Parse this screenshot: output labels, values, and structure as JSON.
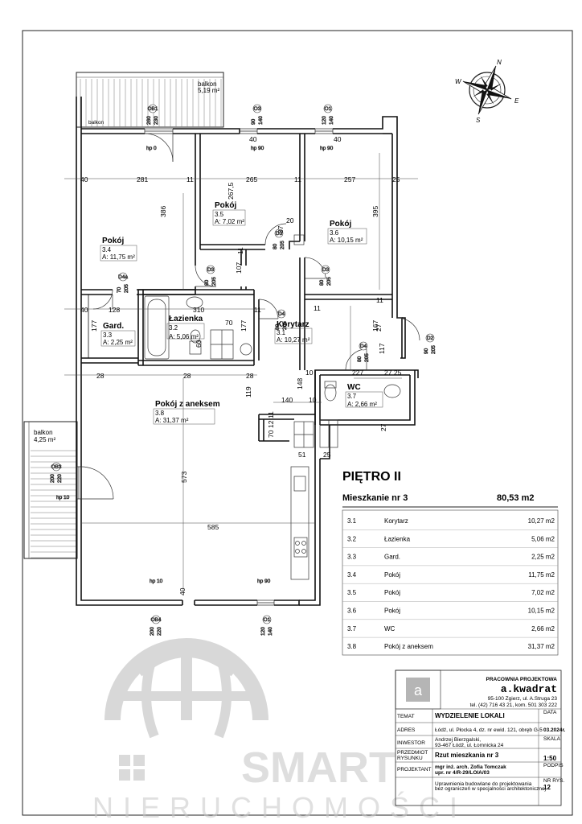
{
  "floor": {
    "title": "PIĘTRO II",
    "apartment": "Mieszkanie nr 3",
    "total_area": "80,53 m2"
  },
  "rooms_table": [
    {
      "no": "3.1",
      "name": "Korytarz",
      "area": "10,27 m2"
    },
    {
      "no": "3.2",
      "name": "Łazienka",
      "area": "5,06 m2"
    },
    {
      "no": "3.3",
      "name": "Gard.",
      "area": "2,25 m2"
    },
    {
      "no": "3.4",
      "name": "Pokój",
      "area": "11,75 m2"
    },
    {
      "no": "3.5",
      "name": "Pokój",
      "area": "7,02 m2"
    },
    {
      "no": "3.6",
      "name": "Pokój",
      "area": "10,15 m2"
    },
    {
      "no": "3.7",
      "name": "WC",
      "area": "2,66 m2"
    },
    {
      "no": "3.8",
      "name": "Pokój z aneksem",
      "area": "31,37 m2"
    }
  ],
  "plan_rooms": [
    {
      "name": "Pokój",
      "no": "3.4",
      "area": "A: 11,75 m²"
    },
    {
      "name": "Pokój",
      "no": "3.5",
      "area": "A: 7,02 m²"
    },
    {
      "name": "Pokój",
      "no": "3.6",
      "area": "A: 10,15 m²"
    },
    {
      "name": "Gard.",
      "no": "3.3",
      "area": "A: 2,25 m²"
    },
    {
      "name": "Łazienka",
      "no": "3.2",
      "area": "A: 5,06 m²"
    },
    {
      "name": "Korytarz",
      "no": "3.1",
      "area": "A: 10,27 m²"
    },
    {
      "name": "WC",
      "no": "3.7",
      "area": "A: 2,66 m²"
    },
    {
      "name": "Pokój z aneksem",
      "no": "3.8",
      "area": "A: 31,37 m²"
    }
  ],
  "balconies": [
    {
      "label": "balkon",
      "area": "5,19 m²"
    },
    {
      "label": "balkon",
      "area": "4,25 m²"
    },
    {
      "label": "balkon"
    }
  ],
  "dimensions": [
    "40",
    "281",
    "11",
    "265",
    "11",
    "257",
    "25",
    "386",
    "267,5",
    "395",
    "128",
    "310",
    "11",
    "177",
    "177",
    "167",
    "107",
    "11",
    "11",
    "11",
    "40",
    "28",
    "28",
    "28",
    "10",
    "227",
    "27",
    "25",
    "148",
    "140",
    "10",
    "119",
    "12",
    "70",
    "51",
    "25",
    "573",
    "585",
    "40",
    "40",
    "40",
    "20",
    "37",
    "27",
    "27",
    "117",
    "11",
    "70",
    "60",
    "70"
  ],
  "openings": [
    {
      "tag": "OB1",
      "w": "260",
      "h": "230",
      "note": "hp 0"
    },
    {
      "tag": "O3",
      "w": "90",
      "h": "140",
      "note": "hp 90"
    },
    {
      "tag": "O1",
      "w": "120",
      "h": "140",
      "note": "hp 90"
    },
    {
      "tag": "D3",
      "w": "80",
      "h": "205"
    },
    {
      "tag": "D3",
      "w": "80",
      "h": "205"
    },
    {
      "tag": "D4a",
      "w": "70",
      "h": "205"
    },
    {
      "tag": "D4",
      "w": "80",
      "h": "205"
    },
    {
      "tag": "D4",
      "w": "80",
      "h": "205"
    },
    {
      "tag": "D2",
      "w": "90",
      "h": "205"
    },
    {
      "tag": "OB4",
      "w": "200",
      "h": "220",
      "note": "hp 10"
    },
    {
      "tag": "O1",
      "w": "120",
      "h": "140",
      "note": "hp 90"
    },
    {
      "tag": "OB3",
      "w": "200",
      "h": "220",
      "note": "hp 10"
    },
    {
      "tag": "D3",
      "w": "80",
      "h": "205"
    }
  ],
  "compass": {
    "n": "N",
    "e": "E",
    "s": "S",
    "w": "W"
  },
  "title_block": {
    "studio_caption": "PRACOWNIA PROJEKTOWA",
    "studio_name": "a.kwadrat",
    "address_1": "95-100 Zgierz, ul. A.Struga 23",
    "phone": "tel. (42) 716 43 21, kom. 501 303 222",
    "logo_letter": "a",
    "rows": [
      {
        "label": "TEMAT",
        "value": "WYDZIELENIE LOKALI",
        "side_label": "DATA",
        "side_value": ""
      },
      {
        "label": "ADRES",
        "value": "Łódź, ul. Płocka 4, dz. nr ewid. 121, obręb G-5",
        "side_label": "",
        "side_value": "03.2024r."
      },
      {
        "label": "INWESTOR",
        "value": "Andrzej Bierzgalski, 93-467 Łódź, ul. Łomnicka 24",
        "side_label": "SKALA",
        "side_value": ""
      },
      {
        "label": "PRZEDMIOT RYSUNKU",
        "value": "Rzut mieszkania nr 3",
        "side_label": "",
        "side_value": "1:50"
      },
      {
        "label": "PROJEKTANT",
        "value": "mgr inż. arch. Zofia Tomczak upr. nr 4/R-29/LOIA/03",
        "side_label": "PODPIS",
        "side_value": ""
      },
      {
        "label": "",
        "value": "Uprawnienia budowlane do projektowania bez ograniczeń w specjalności architektonicznej",
        "side_label": "NR RYS.",
        "side_value": "12"
      }
    ]
  },
  "watermark": {
    "brand": "SMART",
    "subtitle": "NIERUCHOMOŚCI"
  },
  "colors": {
    "wall": "#111111",
    "line": "#333333",
    "watermark": "#bdbdbd"
  }
}
